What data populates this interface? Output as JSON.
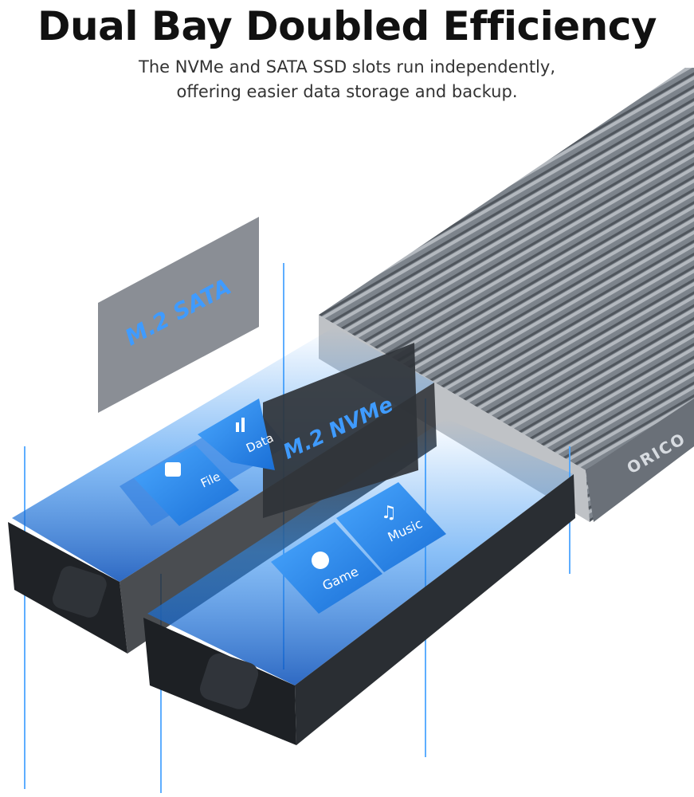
{
  "headline": "Dual Bay Doubled Efficiency",
  "subtitle": {
    "line1": "The NVMe and SATA SSD slots run independently,",
    "line2": "offering easier data storage and backup."
  },
  "labels": {
    "sata": "M.2 SATA",
    "nvme": "M.2 NVMe",
    "brand": "ORICO"
  },
  "tiles": {
    "file": "File",
    "data": "Data",
    "game": "Game",
    "music": "Music"
  },
  "colors": {
    "accent_blue": "#1e88e5",
    "enclosure_grey": "#6b7280"
  }
}
